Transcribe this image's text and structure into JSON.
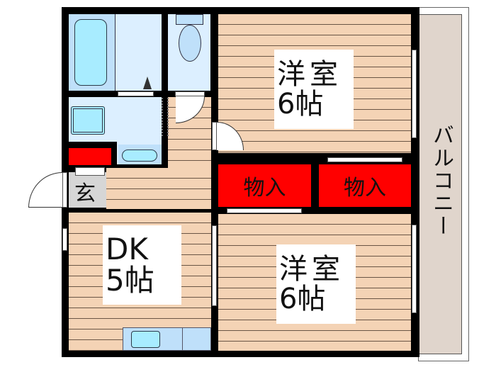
{
  "floor_plan": {
    "rooms": {
      "western_room_top": {
        "name": "洋室",
        "size": "6帖"
      },
      "western_room_bottom": {
        "name": "洋室",
        "size": "6帖"
      },
      "dining_kitchen": {
        "name": "DK",
        "size": "5帖"
      },
      "closet_left": {
        "label": "物入"
      },
      "closet_right": {
        "label": "物入"
      },
      "entrance": {
        "label": "玄"
      },
      "balcony": {
        "label": "バルコニー"
      }
    },
    "colors": {
      "wall": "#000000",
      "flooring": "#f4d3b5",
      "wet_area": "#dcefff",
      "closet": "#ff0000",
      "balcony": "#e0d5cc",
      "entrance": "#d6d6d6"
    }
  }
}
